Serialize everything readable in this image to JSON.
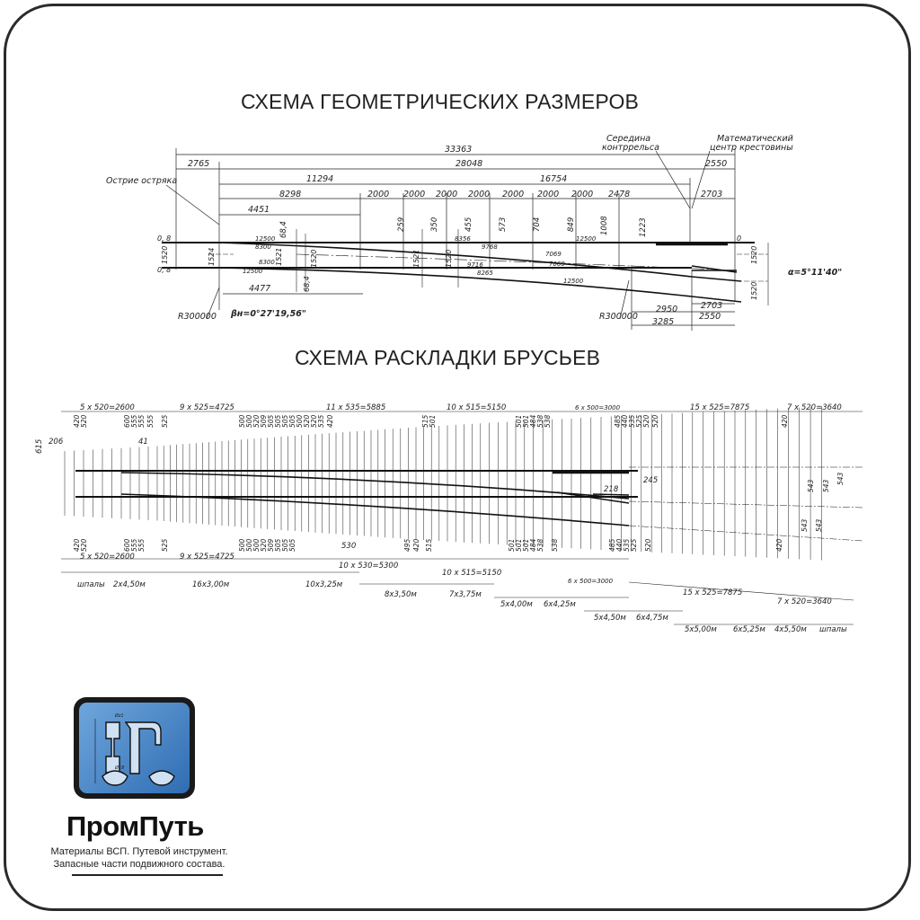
{
  "titles": {
    "geometry": "СХЕМА ГЕОМЕТРИЧЕСКИХ РАЗМЕРОВ",
    "layout": "СХЕМА РАСКЛАДКИ БРУСЬЕВ"
  },
  "geometry": {
    "dims": {
      "total": "33363",
      "d2765": "2765",
      "d28048": "28048",
      "d11294": "11294",
      "d16754": "16754",
      "d8298": "8298",
      "d2000": "2000",
      "d2478": "2478",
      "d4451": "4451",
      "d2550": "2550",
      "d2703": "2703",
      "d4477": "4477",
      "d2950": "2950",
      "d3285": "3285"
    },
    "ordinates": [
      "68,4",
      "259",
      "350",
      "455",
      "573",
      "704",
      "849",
      "1008",
      "1223"
    ],
    "gauges": [
      "1524",
      "1521",
      "1520",
      "1521",
      "1520",
      "1520",
      "1520"
    ],
    "radii": [
      "12500",
      "8300",
      "8356",
      "9768",
      "7069",
      "12500",
      "8300",
      "12500",
      "9716",
      "8265",
      "7069",
      "12500"
    ],
    "notes": {
      "point_tip": "Острие остряка",
      "guard_mid": [
        "Середина",
        "контррельса"
      ],
      "math_center": [
        "Математический",
        "центр крестовины"
      ],
      "alpha": "α=5°11'40\"",
      "beta": "βн=0°27'19,56\"",
      "r300000_left": "R300000",
      "r300000_right": "R300000",
      "d08_top": "0, 8",
      "d08_bot": "0, 8",
      "d68": "68,4",
      "zero": "0"
    }
  },
  "layout": {
    "top_labels": [
      "5 x 520=2600",
      "9 x 525=4725",
      "11 x 535=5885",
      "10 x 515=5150",
      "6 x 500=3000",
      "15 x 525=7875",
      "7 x 520=3640"
    ],
    "top_small": [
      "420",
      "520",
      "600",
      "555",
      "555",
      "555",
      "525",
      "500",
      "500",
      "520",
      "509",
      "505",
      "505",
      "505",
      "505",
      "500",
      "520",
      "520",
      "535",
      "420",
      "515",
      "501",
      "501",
      "501",
      "484",
      "538",
      "538",
      "485",
      "440",
      "535",
      "525",
      "520",
      "520",
      "420",
      "206",
      "615",
      "41"
    ],
    "bottom_labels": [
      "5 x 520=2600",
      "9 x 525=4725",
      "10 x 530=5300",
      "10 x 515=5150",
      "6 x 500=3000",
      "15 x 525=7875",
      "7 x 520=3640"
    ],
    "bottom_small": [
      "420",
      "520",
      "600",
      "555",
      "555",
      "525",
      "500",
      "500",
      "500",
      "520",
      "509",
      "505",
      "505",
      "505",
      "530",
      "495",
      "420",
      "515",
      "501",
      "501",
      "501",
      "484",
      "538",
      "538",
      "485",
      "440",
      "535",
      "525",
      "520",
      "420"
    ],
    "side_marks": [
      "245",
      "218",
      "543",
      "543",
      "543",
      "543",
      "543"
    ],
    "groups_row1": [
      "шпалы",
      "2x4,50м",
      "16x3,00м",
      "10x3,25м"
    ],
    "groups_row2": [
      "8x3,50м",
      "7x3,75м"
    ],
    "groups_row3": [
      "5x4,00м",
      "6x4,25м"
    ],
    "groups_row4": [
      "5x4,50м",
      "6x4,75м"
    ],
    "groups_row5": [
      "5x5,00м",
      "6x5,25м",
      "4x5,50м",
      "шпалы"
    ]
  },
  "brand": {
    "name": "ПромПуть",
    "line1": "Материалы ВСП. Путевой инструмент.",
    "line2": "Запасные части подвижного состава.",
    "logo_marks": [
      "Øz1",
      "Ø18"
    ]
  }
}
